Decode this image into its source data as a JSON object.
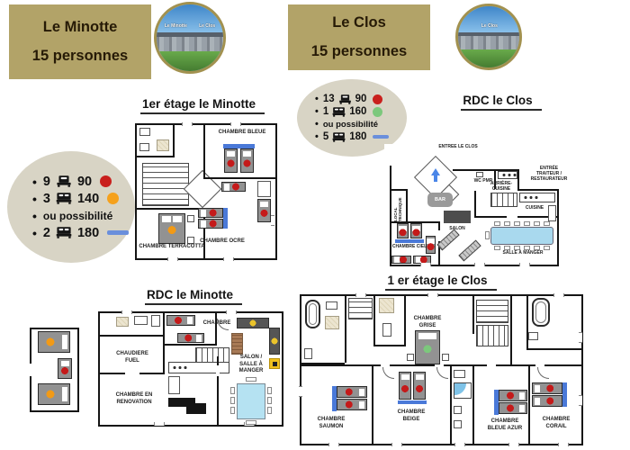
{
  "properties": {
    "minotte": {
      "name": "Le Minotte",
      "capacity": "15 personnes"
    },
    "clos": {
      "name": "Le Clos",
      "capacity": "15 personnes"
    }
  },
  "photos": {
    "left_label": "Le Minotte",
    "right_label": "Le Clos"
  },
  "pricing_minotte": {
    "lines": [
      {
        "count": "9",
        "price": "90",
        "marker": "red"
      },
      {
        "count": "3",
        "price": "140",
        "marker": "orange"
      },
      {
        "text": "ou possibilité"
      },
      {
        "count": "2",
        "price": "180",
        "marker": "blue-dash"
      }
    ]
  },
  "pricing_clos": {
    "lines": [
      {
        "count": "13",
        "price": "90",
        "marker": "red"
      },
      {
        "count": "1",
        "price": "160",
        "marker": "green"
      },
      {
        "text": "ou possibilité"
      },
      {
        "count": "5",
        "price": "180",
        "marker": "blue-dash"
      }
    ]
  },
  "plans": {
    "minotte_etage": {
      "title": "1er étage  le Minotte",
      "rooms": {
        "bleue": "CHAMBRE BLEUE",
        "terracotta": "CHAMBRE TERRACOTTA",
        "ocre": "CHAMBRE OCRE"
      }
    },
    "minotte_rdc": {
      "title": "RDC le Minotte",
      "rooms": {
        "chambre": "CHAMBRE",
        "chaudiere": "CHAUDIERE FUEL",
        "renovation": "CHAMBRE EN RENOVATION",
        "salon": "SALON / SALLE À MANGER"
      }
    },
    "clos_rdc": {
      "title": "RDC le Clos",
      "rooms": {
        "entree": "ENTREE LE CLOS",
        "wc_pmr": "WC PMR",
        "arriere_cuisine": "ARRIÈRE-CUISINE",
        "traiteur": "ENTRÉE TRAITEUR / RESTAURATEUR",
        "cuisine": "CUISINE",
        "bar": "BAR",
        "local_technique": "LOCAL TECHNIQUE",
        "salon": "SALON",
        "ciel": "CHAMBRE CIEL",
        "salle_a_manger": "SALLE À MANGER"
      }
    },
    "clos_etage": {
      "title": "1 er étage  le Clos",
      "rooms": {
        "grise": "CHAMBRE GRISE",
        "saumon": "CHAMBRE SAUMON",
        "beige": "CHAMBRE BEIGE",
        "bleue_azur": "CHAMBRE BLEUE AZUR",
        "corail": "CHAMBRE CORAIL"
      }
    }
  },
  "icons": {
    "bed": "bed-icon",
    "price_marker": "price-marker-icon",
    "entrance_arrow": "arrow-up-icon"
  },
  "colors": {
    "header_bg": "#b2a368",
    "badge_bg": "#d8d4c5",
    "marker_red": "#c9201d",
    "marker_orange": "#f5a11c",
    "marker_green": "#7cc87c",
    "marker_blue_dash": "#6a8fdc",
    "bed_mat_blue": "#4a79d8",
    "dining_table_blue": "#b5e2f2",
    "wall": "#151515"
  }
}
